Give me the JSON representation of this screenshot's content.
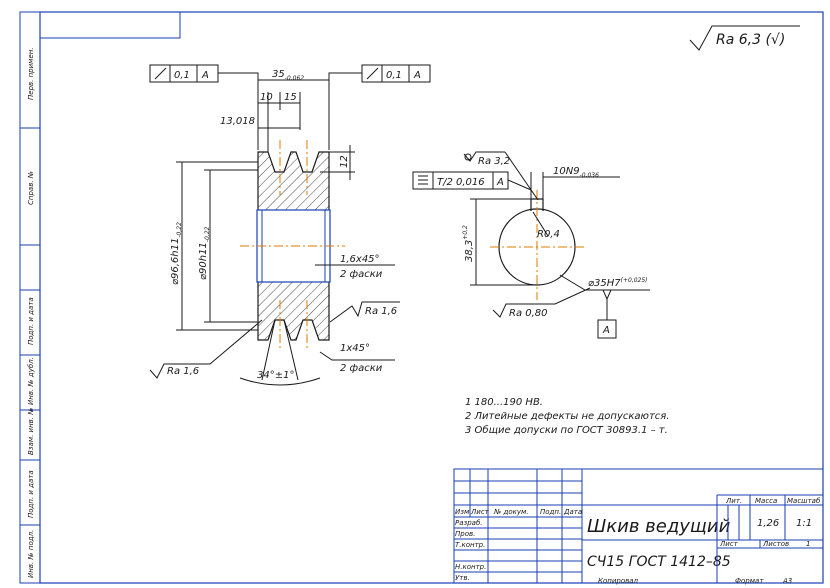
{
  "roughness_general": "Ra 6,3 (√)",
  "left_margin_labels": [
    "Перв. примен.",
    "Справ. №",
    "Подп. и дата",
    "Инв. № дубл.",
    "Взам. инв. №",
    "Подп. и дата",
    "Инв. № подл."
  ],
  "side_view": {
    "parallelism_left": {
      "value": "0,1",
      "datum": "A"
    },
    "parallelism_right": {
      "value": "0,1",
      "datum": "A"
    },
    "dim_width": "35",
    "dim_width_tol": "-0,062",
    "dim_10": "10",
    "dim_15": "15",
    "dim_13": "13,018",
    "dim_12": "12",
    "dia_outer": "⌀96,6h11",
    "dia_outer_tol": "-0,22",
    "dia_pitch": "⌀90h11",
    "dia_pitch_tol": "-0,22",
    "chamfer_1": "1,6x45°",
    "chamfer_1_note": "2 фаски",
    "chamfer_2": "1x45°",
    "chamfer_2_note": "2 фаски",
    "ra_groove": "Ra 1,6",
    "ra_left": "Ra 1,6",
    "angle": "34°±1°"
  },
  "hub_view": {
    "ra_keyway": "Ra 3,2",
    "symmetry_value": "T/2 0,016",
    "symmetry_datum": "A",
    "keyway_width": "10N9",
    "keyway_width_tol": "-0,036",
    "radius": "R0,4",
    "keyway_depth": "38,3",
    "keyway_depth_tol": "+0,2",
    "bore": "⌀35H7",
    "bore_tol": "(+0,025)",
    "ra_bore": "Ra 0,80",
    "datum": "A"
  },
  "notes": [
    "1  180...190 HB.",
    "2  Литейные дефекты не допускаются.",
    "3  Общие допуски по ГОСТ 30893.1 – т."
  ],
  "title_block": {
    "title": "Шкив ведущий",
    "material": "СЧ15 ГОСТ 1412–85",
    "header_izm": "Изм",
    "header_list": "Лист",
    "header_doc": "№ докум.",
    "header_sign": "Подп.",
    "header_date": "Дата",
    "role_1": "Разраб.",
    "role_2": "Пров.",
    "role_3": "Т.контр.",
    "role_4": "Н.контр.",
    "role_5": "Утв.",
    "lit_label": "Лит.",
    "mass_label": "Масса",
    "scale_label": "Масштаб",
    "mass_value": "1,26",
    "scale_value": "1:1",
    "sheet_label": "Лист",
    "sheets_label": "Листов",
    "sheets_value": "1",
    "copied_label": "Копировал",
    "format_label": "Формат",
    "format_value": "А3"
  },
  "colors": {
    "frame": "#1a3fb5",
    "lines": "#1a1a1a",
    "axis": "#e07a00",
    "hatch": "#1a1a1a"
  }
}
